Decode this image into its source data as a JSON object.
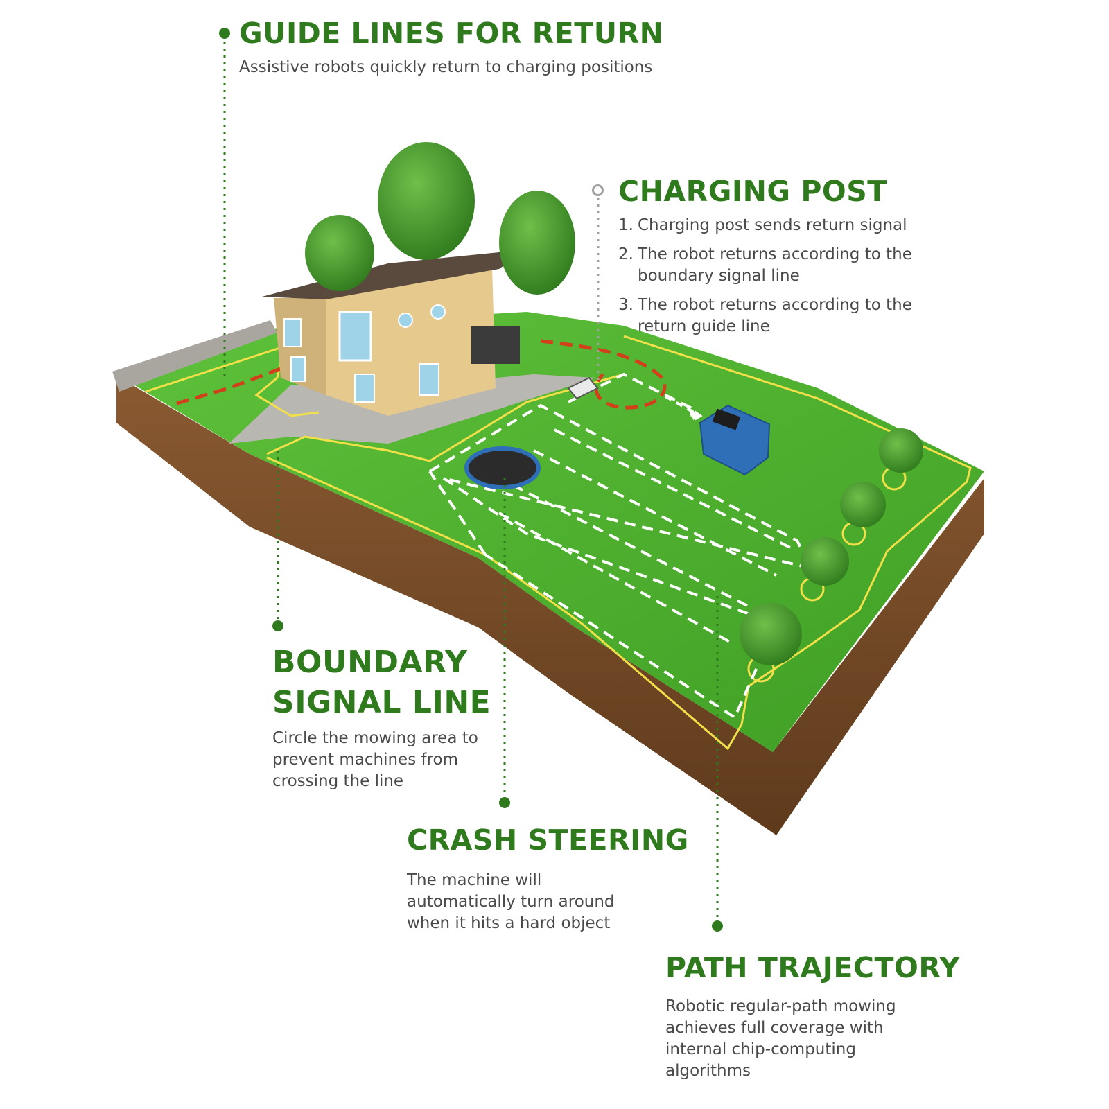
{
  "callouts": {
    "guide_lines": {
      "title": "GUIDE LINES FOR RETURN",
      "description": "Assistive robots quickly return to charging positions"
    },
    "charging_post": {
      "title": "CHARGING POST",
      "items": [
        {
          "num": "1.",
          "text": "Charging post sends return signal"
        },
        {
          "num": "2.",
          "text": "The robot returns according to the boundary signal line"
        },
        {
          "num": "3.",
          "text": "The robot returns according to the return guide line"
        }
      ]
    },
    "boundary": {
      "title_line1": "BOUNDARY",
      "title_line2": "SIGNAL LINE",
      "description": "Circle the mowing area to prevent machines from crossing the line"
    },
    "crash": {
      "title": "CRASH STEERING",
      "description": "The machine will automatically turn around when it hits a hard object"
    },
    "path": {
      "title": "PATH TRAJECTORY",
      "description": "Robotic regular-path mowing achieves full coverage with internal chip-computing algorithms"
    }
  },
  "colors": {
    "accent_green": "#2f7a1d",
    "lawn": "#4cae2c",
    "soil": "#7a4f2b",
    "boundary_wire": "#f2e04a",
    "guide_wire": "#d2401b",
    "mower": "#2f6fb8"
  }
}
